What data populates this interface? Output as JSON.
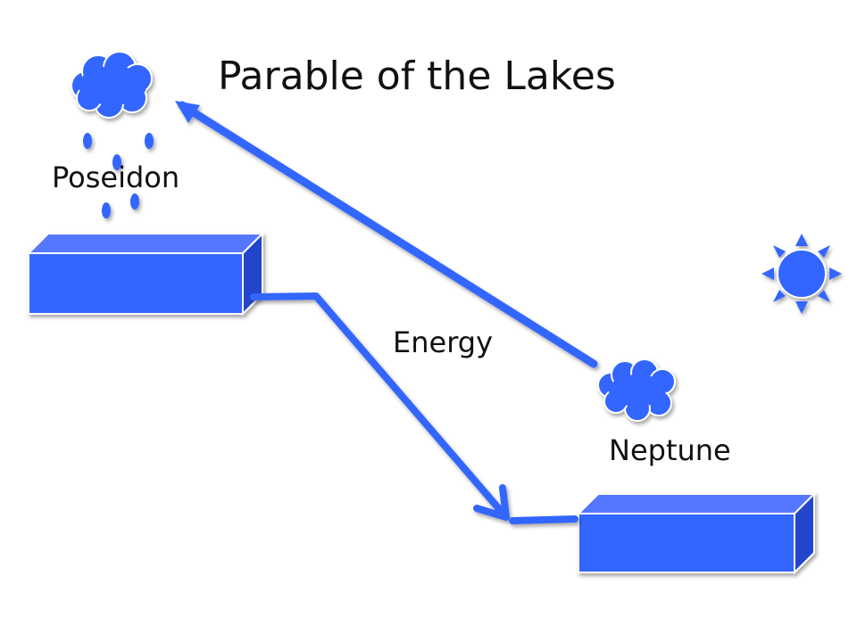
{
  "title": "Parable of the Lakes",
  "labels": {
    "poseidon": "Poseidon",
    "energy": "Energy",
    "neptune": "Neptune"
  },
  "icons": {
    "cloud_large": "cloud-icon",
    "cloud_small": "cloud-icon",
    "sun": "sun-icon",
    "raindrops": "raindrop-icon"
  },
  "colors": {
    "box_front": "#3366ff",
    "box_top": "#5577ff",
    "box_side": "#2244cc",
    "cloud": "#3366ff",
    "arrow": "#3366ff",
    "sun": "#3366ff"
  }
}
